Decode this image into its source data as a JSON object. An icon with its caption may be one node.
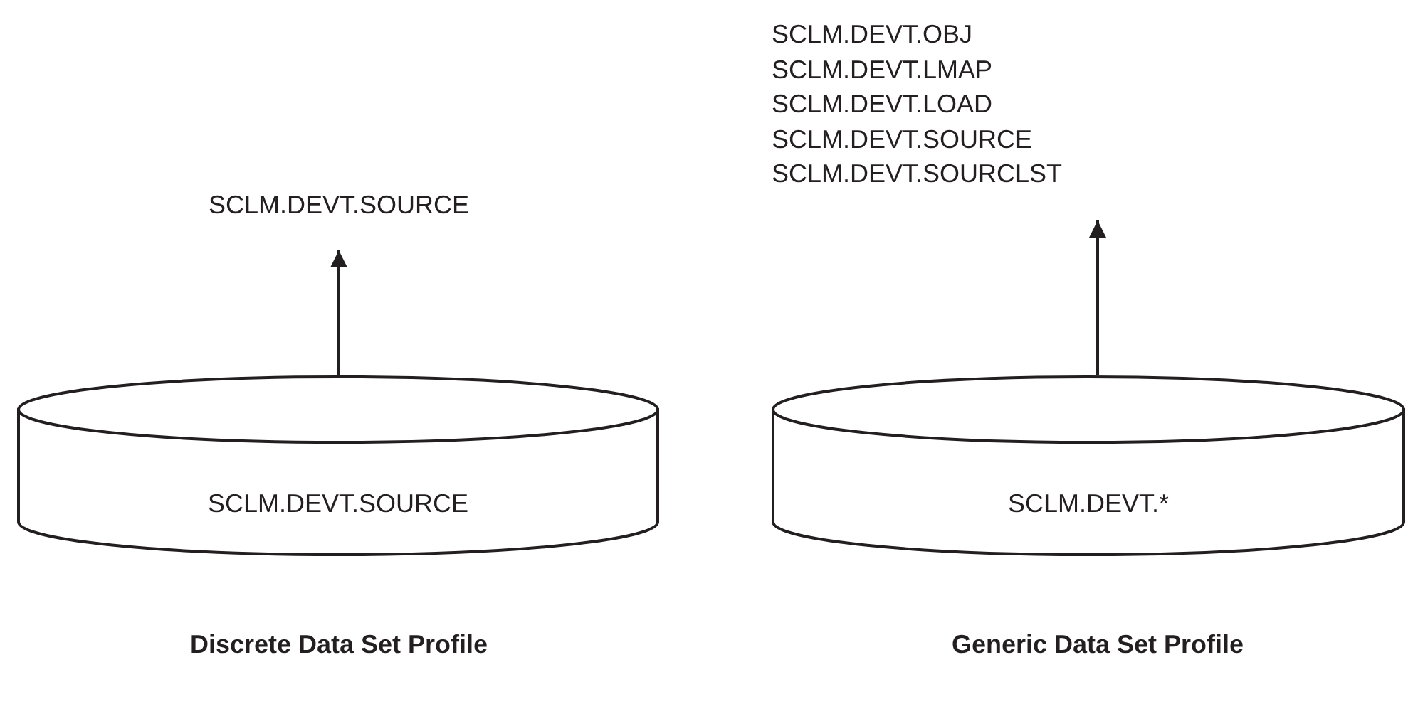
{
  "diagram": {
    "nodes": [
      {
        "text": [
          "SCLM.DEVT.SOURCE"
        ]
      },
      {
        "text": [
          "SCLM.DEVT.SOURCE"
        ],
        "beside": [
          "Discrete Data Set Profile"
        ]
      },
      {
        "text": [
          "SCLM.DEVT.OBJ",
          "SCLM.DEVT.LMAP",
          "SCLM.DEVT.LOAD",
          "SCLM.DEVT.SOURCE",
          "SCLM.DEVT.SOURCLST"
        ]
      },
      {
        "text": [
          "SCLM.DEVT.*"
        ],
        "beside": [
          "Generic Data Set Profile"
        ]
      }
    ],
    "edges": [
      {
        "from": 1,
        "to": 0,
        "arrow": "to"
      },
      {
        "from": 3,
        "to": 2,
        "arrow": "to"
      }
    ]
  }
}
